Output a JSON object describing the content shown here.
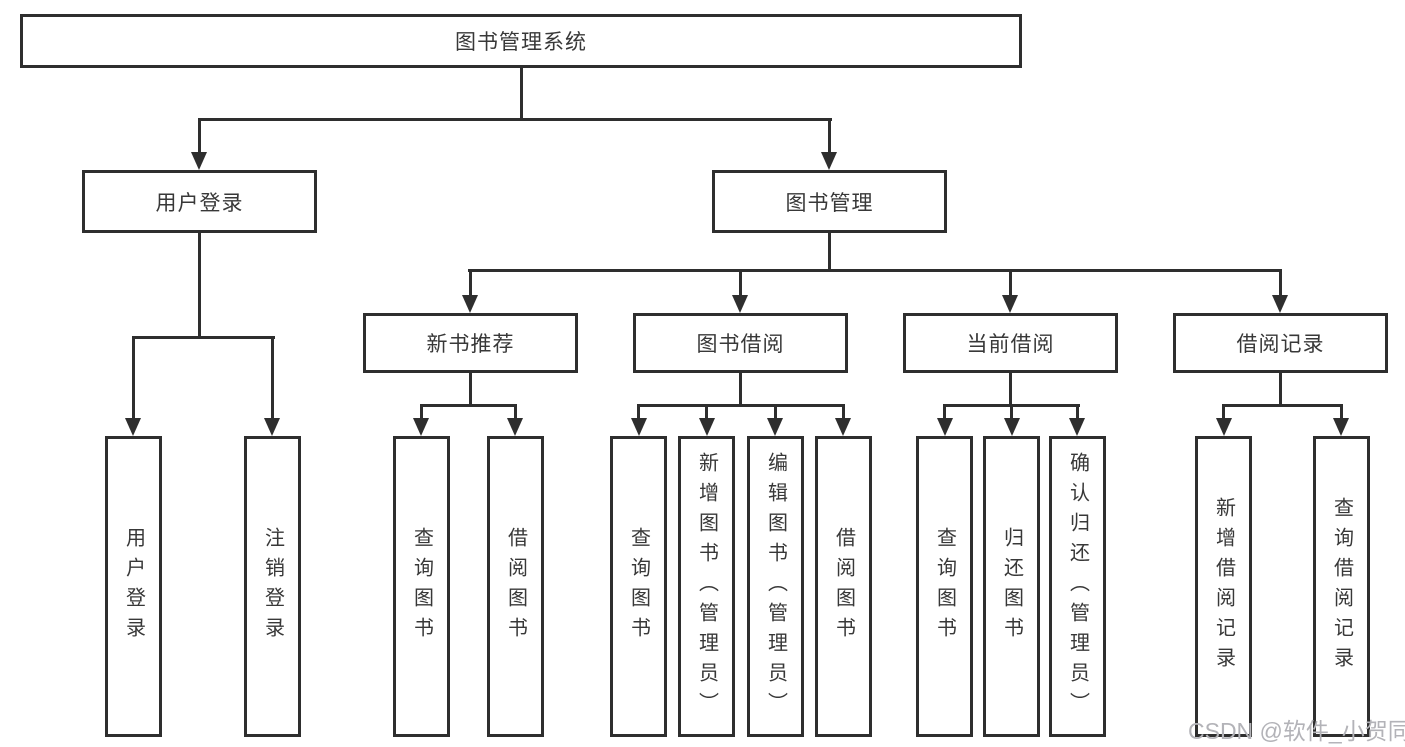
{
  "tree": {
    "label": "图书管理系统",
    "children": [
      {
        "label": "用户登录",
        "children": [
          {
            "label": "用户登录"
          },
          {
            "label": "注销登录"
          }
        ]
      },
      {
        "label": "图书管理",
        "children": [
          {
            "label": "新书推荐",
            "children": [
              {
                "label": "查询图书"
              },
              {
                "label": "借阅图书"
              }
            ]
          },
          {
            "label": "图书借阅",
            "children": [
              {
                "label": "查询图书"
              },
              {
                "label": "新增图书（管理员）"
              },
              {
                "label": "编辑图书（管理员）"
              },
              {
                "label": "借阅图书"
              }
            ]
          },
          {
            "label": "当前借阅",
            "children": [
              {
                "label": "查询图书"
              },
              {
                "label": "归还图书"
              },
              {
                "label": "确认归还（管理员）"
              }
            ]
          },
          {
            "label": "借阅记录",
            "children": [
              {
                "label": "新增借阅记录"
              },
              {
                "label": "查询借阅记录"
              }
            ]
          }
        ]
      }
    ]
  },
  "watermark": {
    "text": "CSDN @软件_小贺同学"
  },
  "colors": {
    "line": "#2e2e2e",
    "text": "#383838",
    "wm": "#b3b3b8",
    "bg": "#ffffff"
  }
}
